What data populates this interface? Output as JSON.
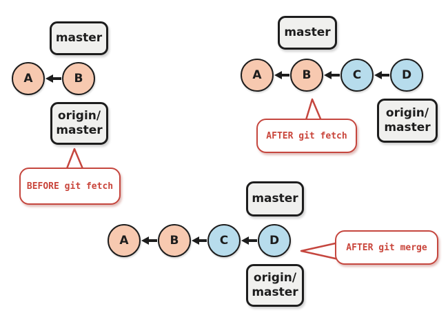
{
  "colors": {
    "local_commit_fill": "#f7c9b0",
    "remote_commit_fill": "#b7dcec",
    "node_outline": "#1d1d1d",
    "label_box_fill": "#f0f0ee",
    "callout_red": "#c5463e",
    "background": "#ffffff"
  },
  "diagrams": [
    {
      "name": "before-git-fetch",
      "branch_label": "master",
      "remote_label_line1": "origin/",
      "remote_label_line2": "master",
      "callout": "BEFORE git fetch",
      "nodes": [
        {
          "label": "A",
          "type": "local"
        },
        {
          "label": "B",
          "type": "local"
        }
      ],
      "edges": [
        {
          "from": "B",
          "to": "A"
        }
      ]
    },
    {
      "name": "after-git-fetch",
      "branch_label": "master",
      "remote_label_line1": "origin/",
      "remote_label_line2": "master",
      "callout": "AFTER git fetch",
      "nodes": [
        {
          "label": "A",
          "type": "local"
        },
        {
          "label": "B",
          "type": "local"
        },
        {
          "label": "C",
          "type": "remote"
        },
        {
          "label": "D",
          "type": "remote"
        }
      ],
      "edges": [
        {
          "from": "B",
          "to": "A"
        },
        {
          "from": "C",
          "to": "B"
        },
        {
          "from": "D",
          "to": "C"
        }
      ]
    },
    {
      "name": "after-git-merge",
      "branch_label": "master",
      "remote_label_line1": "origin/",
      "remote_label_line2": "master",
      "callout": "AFTER git merge",
      "nodes": [
        {
          "label": "A",
          "type": "local"
        },
        {
          "label": "B",
          "type": "local"
        },
        {
          "label": "C",
          "type": "remote"
        },
        {
          "label": "D",
          "type": "remote"
        }
      ],
      "edges": [
        {
          "from": "B",
          "to": "A"
        },
        {
          "from": "C",
          "to": "B"
        },
        {
          "from": "D",
          "to": "C"
        }
      ]
    }
  ]
}
